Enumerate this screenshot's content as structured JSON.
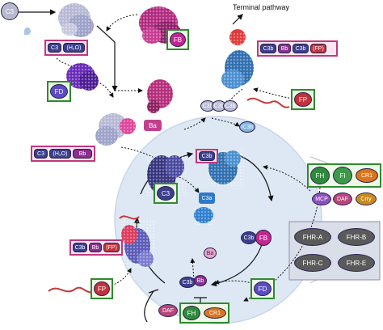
{
  "title": "Terminal pathway",
  "colors": {
    "c3_gray": "#b7b9cc",
    "c3b_navy": "#3b3f8c",
    "bb_purple": "#8a2f90",
    "fp_red": "#c6303a",
    "fh_green": "#2f8a3c",
    "fi_green": "#3e9a4a",
    "cr1_orange": "#d9761f",
    "mcp_violet": "#8e4fc0",
    "daf_pink": "#b9457c",
    "crry_orange": "#c98a1e",
    "fhr_gray": "#5a5a5a",
    "circle_fill": "#dde8f4",
    "pink_box": "#c0387d",
    "green_box": "#2e8b2e",
    "fb_magenta": "#c2278f",
    "fd_violet": "#5c4bc8",
    "ba_pink": "#c23f8e",
    "ic3b_blue": "#7fb2e0",
    "c3a_blue": "#2f78c9"
  },
  "labels": {
    "c3": "C3",
    "h2o": "H₂O",
    "c3h2o_c3": "C3",
    "c3h2o_h2o": "(H₂O)",
    "fb": "FB",
    "fd": "FD",
    "ba": "Ba",
    "c3h2obb_c3": "C3",
    "c3h2obb_h2o": "(H₂O)",
    "c3h2obb_bb": "Bb",
    "c3b_top": "C3b",
    "c3b_a": "C3b",
    "c3b_b": "C3b",
    "ic3b": "iC3b",
    "c3b_center": "C3b",
    "c3_center": "C3",
    "c3a": "C3a",
    "c3b_fb": "C3b",
    "fb_cycle": "FB",
    "ba_cycle": "Ba",
    "c3b_bottom": "C3b",
    "bb_bottom": "Bb",
    "fd_bottom": "FD",
    "daf_bottom": "DAF",
    "fh_bottom": "FH",
    "cr1_bottom": "CR1",
    "conv_c3b": "C3b",
    "conv_bb": "Bb",
    "conv_fp": "(FP)",
    "fp_left": "FP",
    "fp_right": "FP",
    "c5_c3b1": "C3b",
    "c5_bb": "Bb",
    "c5_c3b2": "C3b",
    "c5_fp": "(FP)",
    "reg_fh": "FH",
    "reg_fi": "FI",
    "reg_cr1": "CR1",
    "reg_mcp": "MCP",
    "reg_daf": "DAF",
    "reg_crry": "Crry",
    "fhr_a": "FHR-A",
    "fhr_b": "FHR-B",
    "fhr_c": "FHR-C",
    "fhr_e": "FHR-E"
  }
}
